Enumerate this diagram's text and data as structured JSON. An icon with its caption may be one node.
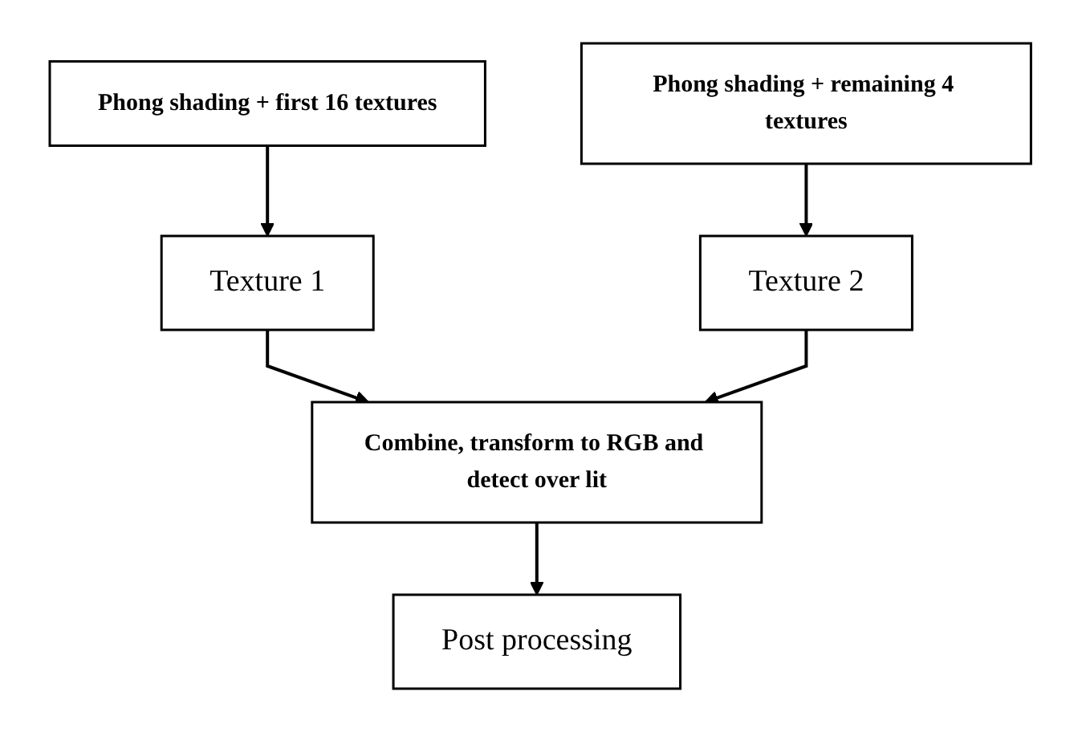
{
  "diagram": {
    "nodes": [
      {
        "text": [
          "Phong shading + first 16 textures"
        ]
      },
      {
        "text": [
          "Phong shading + remaining 4 textures"
        ]
      },
      {
        "text": [
          "Texture 1"
        ]
      },
      {
        "text": [
          "Texture 2"
        ]
      },
      {
        "text": [
          "Combine, transform to RGB and detect over lit"
        ]
      },
      {
        "text": [
          "Post processing"
        ]
      }
    ],
    "edges": [
      {
        "from": 0,
        "to": 2,
        "arrow": "to"
      },
      {
        "from": 1,
        "to": 3,
        "arrow": "to"
      },
      {
        "from": 2,
        "to": 4,
        "arrow": "to"
      },
      {
        "from": 3,
        "to": 4,
        "arrow": "to"
      },
      {
        "from": 4,
        "to": 5,
        "arrow": "to"
      }
    ]
  }
}
